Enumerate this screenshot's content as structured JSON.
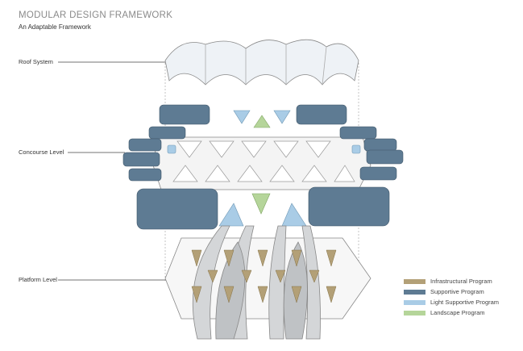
{
  "header": {
    "title": "MODULAR DESIGN FRAMEWORK",
    "subtitle": "An Adaptable Framework"
  },
  "levels": [
    {
      "label": "Roof System"
    },
    {
      "label": "Concourse Level"
    },
    {
      "label": "Platform Level"
    }
  ],
  "legend": [
    {
      "label": "Infrastructural Program",
      "color": "#b3a077"
    },
    {
      "label": "Supportive Program",
      "color": "#5e7b93"
    },
    {
      "label": "Light Supportive Program",
      "color": "#a9cce6"
    },
    {
      "label": "Landscape Program",
      "color": "#b5d59a"
    }
  ]
}
